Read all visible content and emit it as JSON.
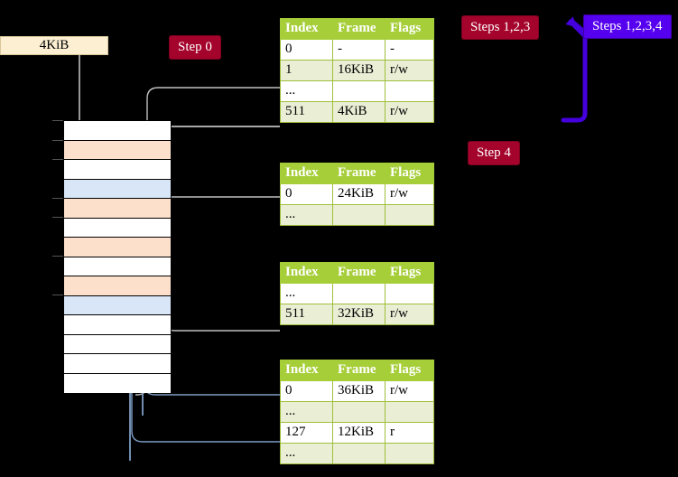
{
  "badges": {
    "step0": "Step 0",
    "step4": "Step 4",
    "steps123": "Steps 1,2,3",
    "steps1234": "Steps 1,2,3,4"
  },
  "colors": {
    "badge_crimson": "#a4042c",
    "badge_violet": "#5500ee",
    "table_header": "#a6ce39",
    "table_alt_row": "#e9eed4",
    "highlight_yellow": "#faf59a",
    "memory_peach": "#fce0cc",
    "memory_blue": "#d9e6f7",
    "kib_box": "#fcefd2",
    "wire_gray": "#b0b0b0",
    "wire_blue": "#7d9dc4",
    "bracket_violet": "#4400dd",
    "background": "#000000"
  },
  "frame_box": {
    "label": "4KiB"
  },
  "memory": {
    "name": "physical-memory-column",
    "rows": [
      {
        "fill": "white"
      },
      {
        "fill": "peach"
      },
      {
        "fill": "white"
      },
      {
        "fill": "blue"
      },
      {
        "fill": "peach"
      },
      {
        "fill": "white"
      },
      {
        "fill": "peach"
      },
      {
        "fill": "white"
      },
      {
        "fill": "peach"
      },
      {
        "fill": "blue"
      },
      {
        "fill": "white"
      },
      {
        "fill": "white"
      },
      {
        "fill": "white"
      },
      {
        "fill": "white"
      }
    ]
  },
  "tables": [
    {
      "name": "page-table-level-0",
      "headers": [
        "Index",
        "Frame",
        "Flags"
      ],
      "rows": [
        {
          "cells": [
            "0",
            "-",
            "-"
          ],
          "alt": false,
          "highlight": false
        },
        {
          "cells": [
            "1",
            "16KiB",
            "r/w"
          ],
          "alt": true,
          "highlight": false
        },
        {
          "cells": [
            "...",
            "",
            ""
          ],
          "alt": false,
          "highlight": false
        },
        {
          "cells": [
            "511",
            "4KiB",
            "r/w"
          ],
          "alt": true,
          "highlight": true
        }
      ]
    },
    {
      "name": "page-table-level-1",
      "headers": [
        "Index",
        "Frame",
        "Flags"
      ],
      "rows": [
        {
          "cells": [
            "0",
            "24KiB",
            "r/w"
          ],
          "alt": false,
          "highlight": false
        },
        {
          "cells": [
            "...",
            "",
            ""
          ],
          "alt": true,
          "highlight": false
        }
      ]
    },
    {
      "name": "page-table-level-2",
      "headers": [
        "Index",
        "Frame",
        "Flags"
      ],
      "rows": [
        {
          "cells": [
            "...",
            "",
            ""
          ],
          "alt": false,
          "highlight": false
        },
        {
          "cells": [
            "511",
            "32KiB",
            "r/w"
          ],
          "alt": true,
          "highlight": false
        }
      ]
    },
    {
      "name": "page-table-level-3",
      "headers": [
        "Index",
        "Frame",
        "Flags"
      ],
      "rows": [
        {
          "cells": [
            "0",
            "36KiB",
            "r/w"
          ],
          "alt": false,
          "highlight": false
        },
        {
          "cells": [
            "...",
            "",
            ""
          ],
          "alt": true,
          "highlight": false
        },
        {
          "cells": [
            "127",
            "12KiB",
            "r"
          ],
          "alt": false,
          "highlight": false
        },
        {
          "cells": [
            "...",
            "",
            ""
          ],
          "alt": true,
          "highlight": false
        }
      ]
    }
  ]
}
